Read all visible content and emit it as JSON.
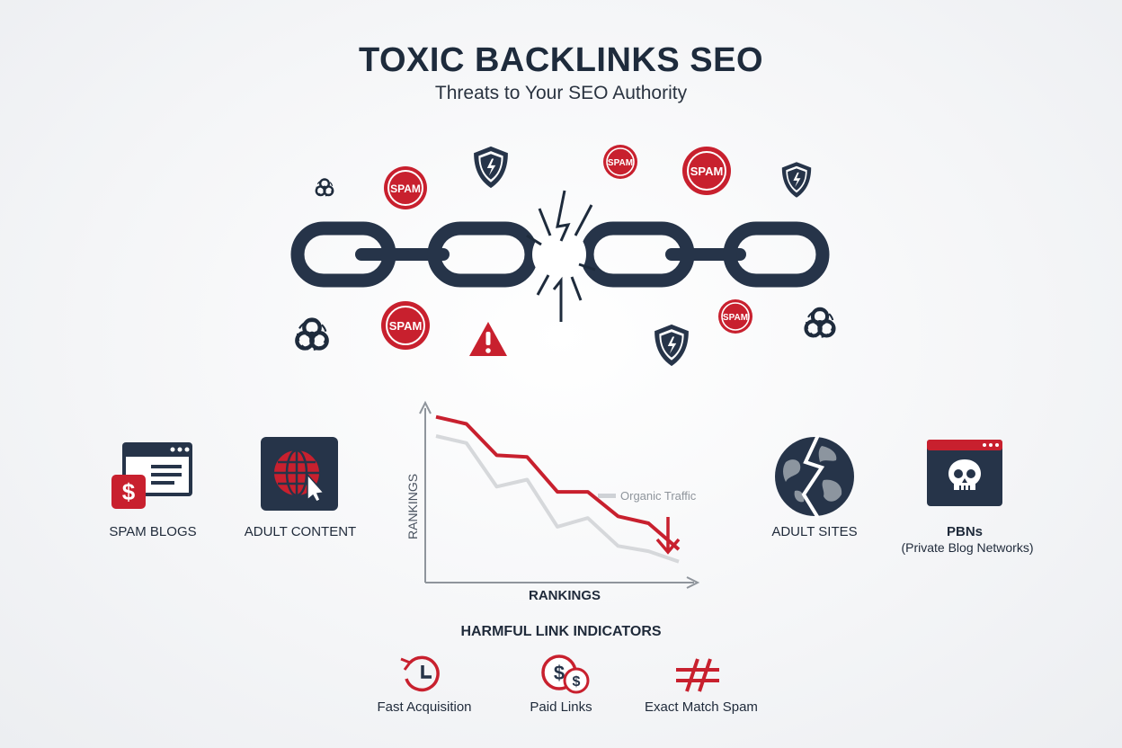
{
  "header": {
    "title": "TOXIC BACKLINKS SEO",
    "subtitle": "Threats to Your SEO Authority"
  },
  "threat_icons": {
    "spam_badge_text": "SPAM"
  },
  "categories": [
    {
      "label": "SPAM BLOGS",
      "icon": "spam-blog-icon"
    },
    {
      "label": "ADULT CONTENT",
      "icon": "adult-content-icon"
    },
    {
      "label": "ADULT SITES",
      "icon": "broken-globe-icon"
    },
    {
      "label": "PBNs",
      "sublabel": "(Private Blog Networks)",
      "icon": "skull-browser-icon"
    }
  ],
  "chart": {
    "y_axis_label": "RANKINGS",
    "x_axis_label": "RANKINGS",
    "legend_label": "Organic Traffic"
  },
  "chart_data": {
    "type": "line",
    "xlabel": "RANKINGS",
    "ylabel": "RANKINGS",
    "series": [
      {
        "name": "",
        "color": "#c8202e",
        "x": [
          0,
          1,
          2,
          3,
          4,
          5,
          6,
          7,
          8
        ],
        "y": [
          95,
          91,
          73,
          72,
          52,
          52,
          38,
          34,
          19
        ]
      },
      {
        "name": "Organic Traffic",
        "color": "#d6d8db",
        "x": [
          0,
          1,
          2,
          3,
          4,
          5,
          6,
          7,
          8
        ],
        "y": [
          84,
          80,
          55,
          59,
          32,
          37,
          21,
          18,
          12
        ]
      }
    ]
  },
  "indicators": {
    "heading": "HARMFUL LINK INDICATORS",
    "items": [
      {
        "label": "Fast Acquisition",
        "icon": "fast-clock-icon"
      },
      {
        "label": "Paid Links",
        "icon": "coins-icon"
      },
      {
        "label": "Exact Match Spam",
        "icon": "not-equal-icon"
      }
    ]
  },
  "colors": {
    "navy": "#263449",
    "red": "#c8202e",
    "gray": "#8f959c"
  }
}
